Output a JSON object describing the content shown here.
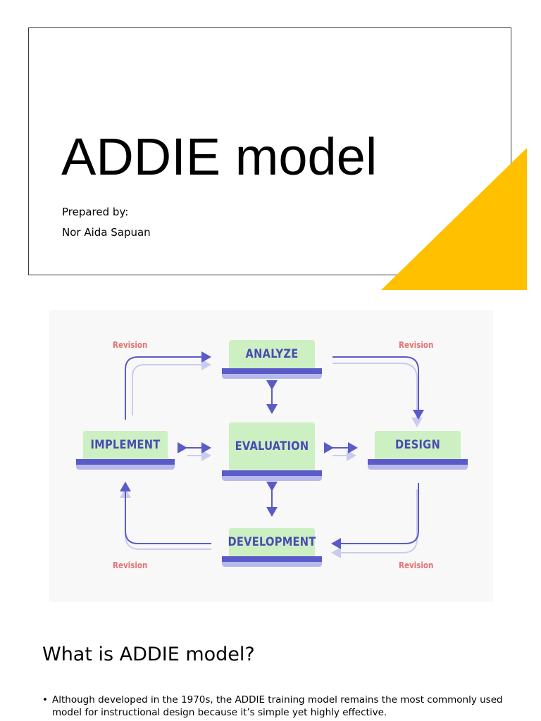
{
  "slide1": {
    "title": "ADDIE model",
    "subtitle_line1": "Prepared by:",
    "subtitle_line2": "Nor Aida Sapuan",
    "accent_color": "#ffc000"
  },
  "diagram": {
    "phases": {
      "analyze": "ANALYZE",
      "design": "DESIGN",
      "development": "DEVELOPMENT",
      "implement": "IMPLEMENT",
      "evaluation": "EVALUATION"
    },
    "revision_label": "Revision",
    "colors": {
      "box_fill": "#cdf0c3",
      "box_text": "#4a4ab3",
      "arrow": "#5a5ac8",
      "arrow_shadow": "#c9cbf0",
      "revision_text": "#e57373"
    }
  },
  "slide2": {
    "heading": "What is ADDIE model?",
    "bullet_1": "Although developed in the 1970s, the ADDIE training model remains the most commonly used model for instructional design because it’s simple yet highly effective."
  }
}
